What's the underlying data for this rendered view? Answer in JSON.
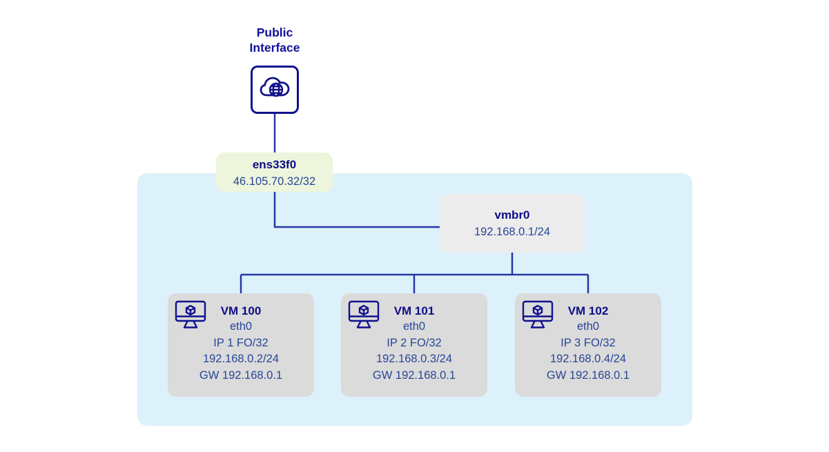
{
  "diagram": {
    "public_interface": {
      "label": "Public Interface"
    },
    "ens33f0": {
      "name": "ens33f0",
      "ip": "46.105.70.32/32"
    },
    "vmbr0": {
      "name": "vmbr0",
      "ip": "192.168.0.1/24"
    },
    "vms": [
      {
        "title": "VM 100",
        "nic": "eth0",
        "failover": "IP 1 FO/32",
        "ip": "192.168.0.2/24",
        "gateway": "GW 192.168.0.1"
      },
      {
        "title": "VM 101",
        "nic": "eth0",
        "failover": "IP 2 FO/32",
        "ip": "192.168.0.3/24",
        "gateway": "GW 192.168.0.1"
      },
      {
        "title": "VM 102",
        "nic": "eth0",
        "failover": "IP 3 FO/32",
        "ip": "192.168.0.4/24",
        "gateway": "GW 192.168.0.1"
      }
    ],
    "icons": {
      "public_interface": "cloud-globe-icon",
      "vm": "monitor-cube-icon"
    },
    "colors": {
      "navy_title": "#0d0d86",
      "body_text": "#274696",
      "connector_line": "#2438a6",
      "lan_zone_bg": "#ddf1fa",
      "ens33f0_bg": "#edf5dc",
      "vmbr0_bg": "#ececec",
      "vm_card_bg": "#dbdbdb"
    }
  }
}
